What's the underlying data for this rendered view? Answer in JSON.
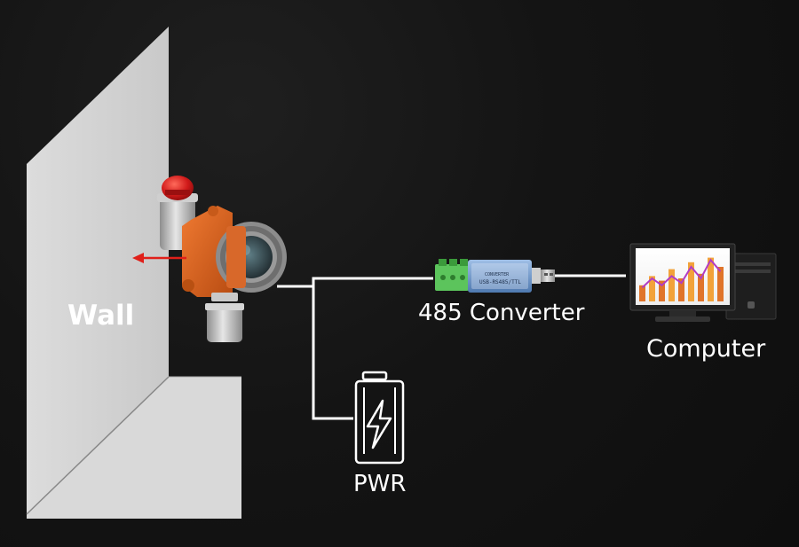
{
  "labels": {
    "wall": "Wall",
    "converter": "485 Converter",
    "computer": "Computer",
    "power": "PWR"
  },
  "converter_print": {
    "model": "USB-RS485/TTL",
    "sub": "CONVERTER"
  },
  "colors": {
    "background": "#121212",
    "wall": "#d6d6d6",
    "wall_edge": "#bdbdbd",
    "detector_body": "#e0651f",
    "detector_metal": "#b9b9b9",
    "alarm_light": "#d11a1a",
    "arrow": "#e0201a",
    "wire": "#ffffff",
    "terminal_green": "#5cc45c",
    "converter_blue": "#7fa6d8"
  },
  "icons": {
    "detector": "gas-detector-icon",
    "converter": "usb-converter-icon",
    "computer": "desktop-computer-icon",
    "battery": "battery-icon",
    "bolt": "lightning-bolt-icon",
    "arrow": "arrow-left-icon"
  },
  "chart_on_monitor": {
    "bars": [
      0.35,
      0.55,
      0.45,
      0.7,
      0.5,
      0.85,
      0.6,
      0.95,
      0.75
    ],
    "line": [
      0.3,
      0.5,
      0.35,
      0.55,
      0.4,
      0.75,
      0.5,
      0.9,
      0.65
    ]
  }
}
